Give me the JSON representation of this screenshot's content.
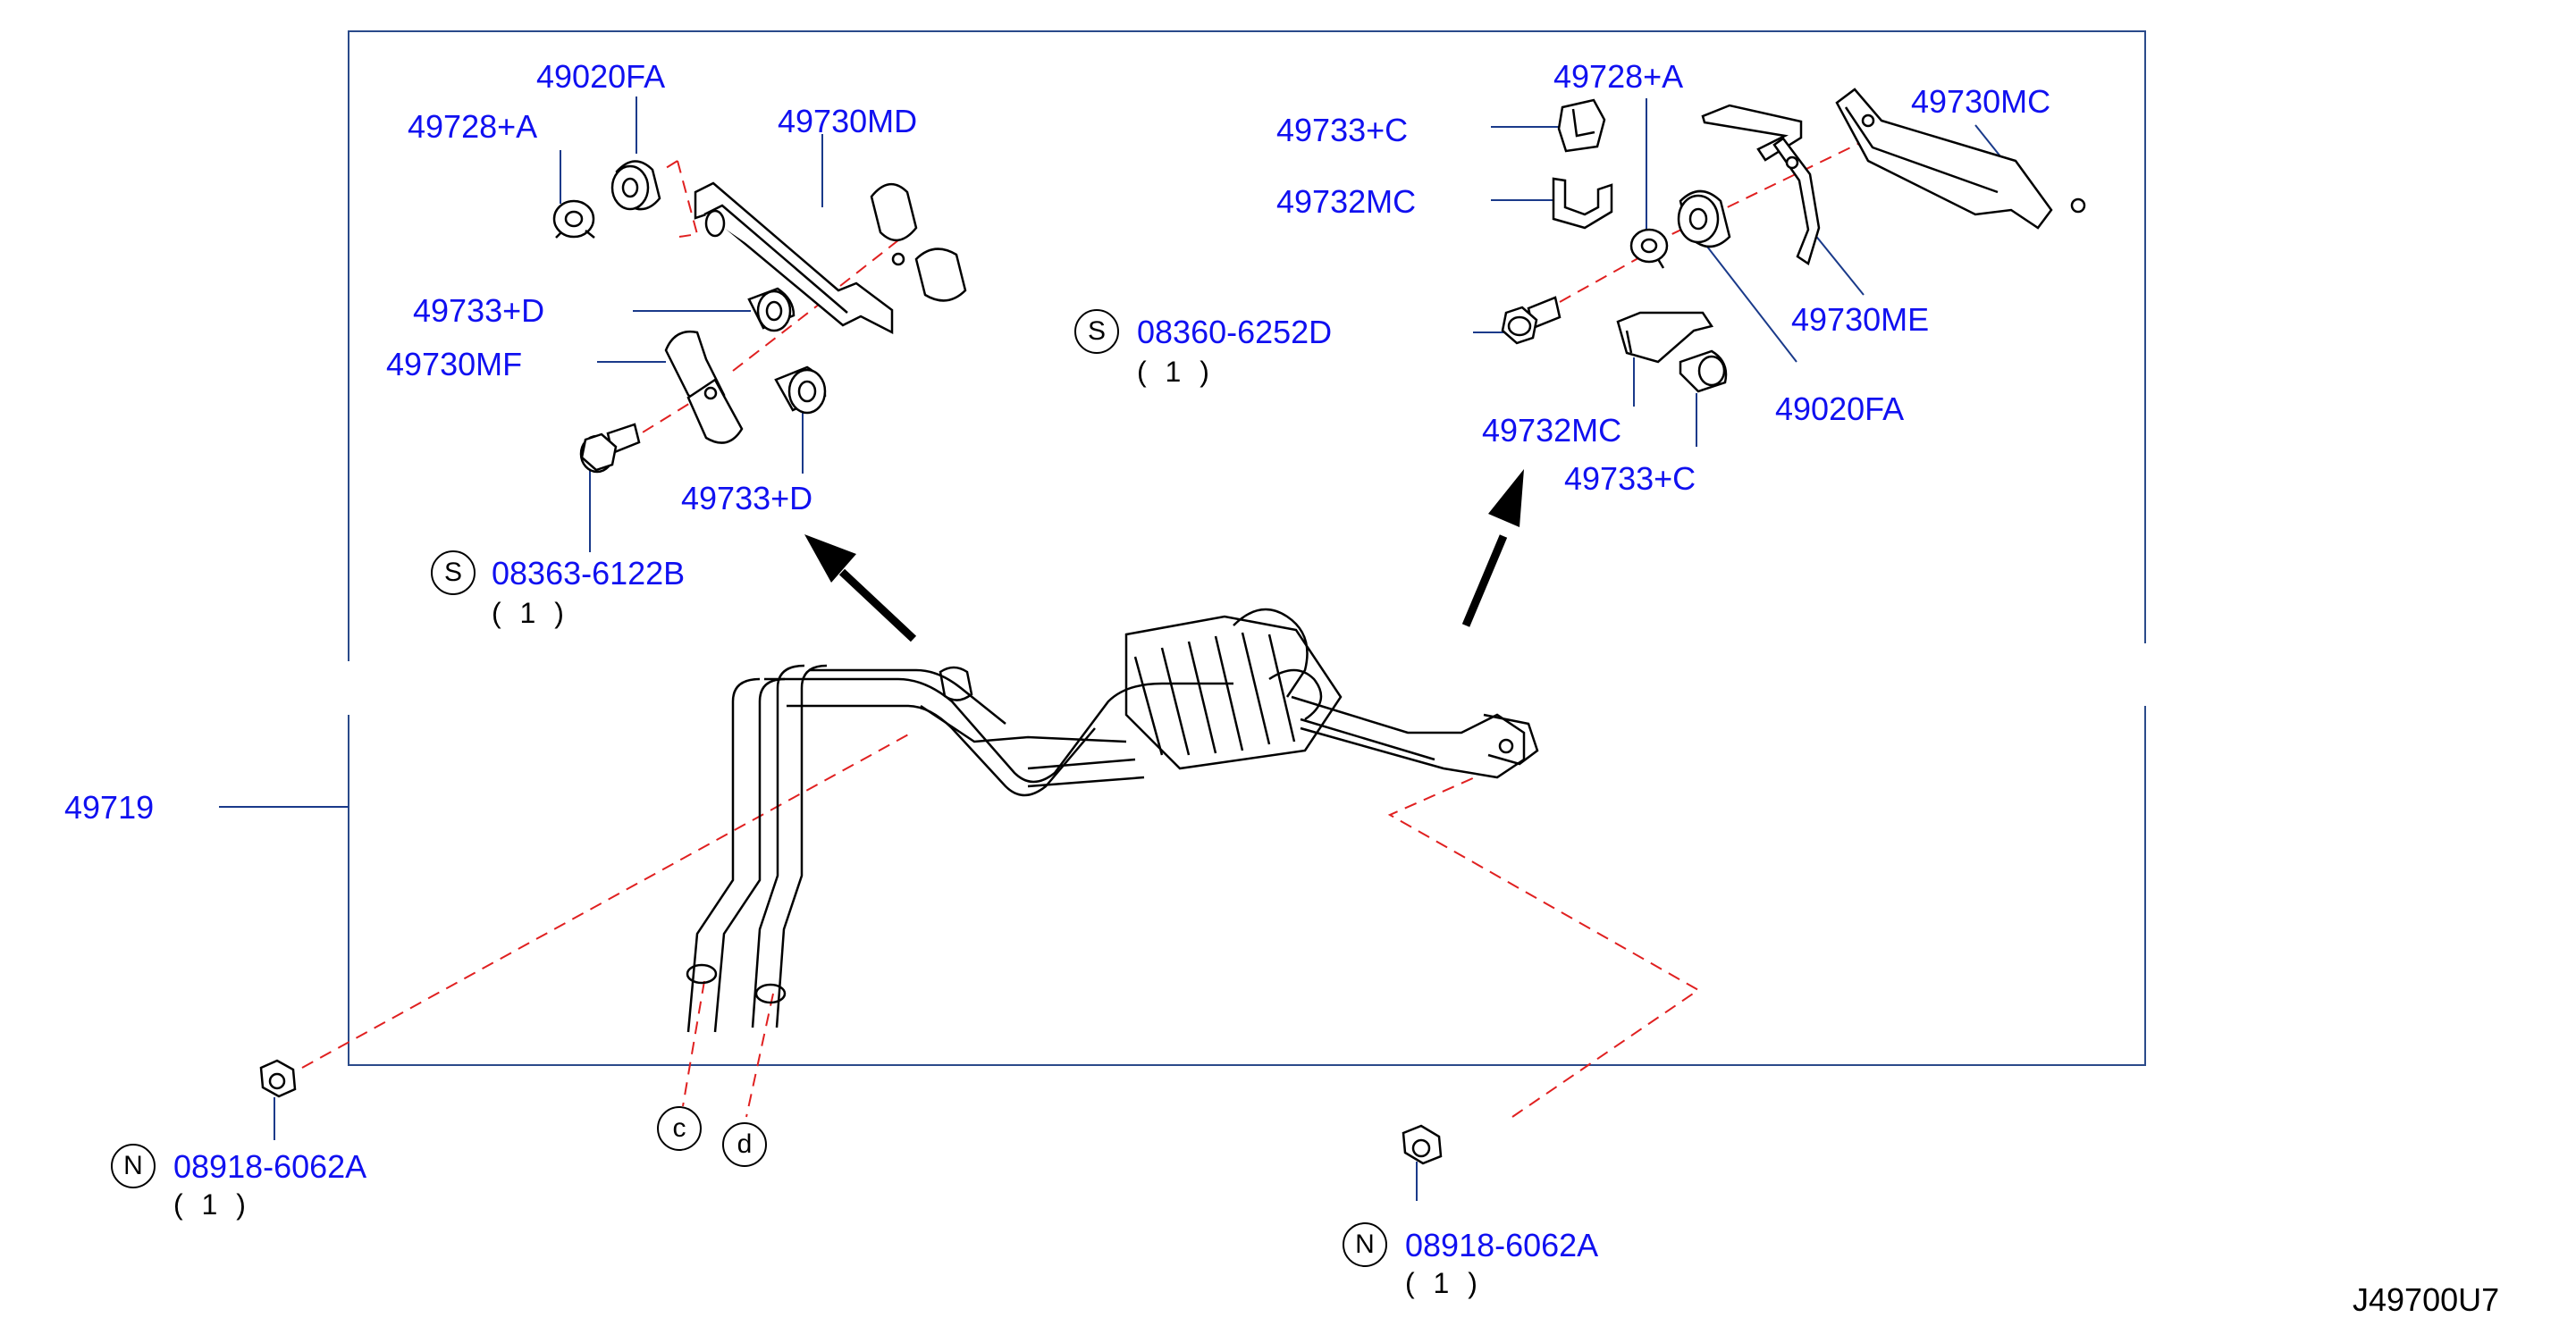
{
  "parts": {
    "p1": "49020FA",
    "p2": "49728+A",
    "p3": "49730MD",
    "p4": "49733+D",
    "p5": "49730MF",
    "p6": "49733+D",
    "p7": "08363-6122B",
    "p8": "49728+A",
    "p9": "49733+C",
    "p10": "49732MC",
    "p11": "49730MC",
    "p12": "49730ME",
    "p13": "08360-6252D",
    "p14": "49020FA",
    "p15": "49732MC",
    "p16": "49733+C",
    "p17": "49719",
    "p18": "08918-6062A",
    "p19": "08918-6062A"
  },
  "quantities": {
    "q7": "( 1 )",
    "q13": "( 1 )",
    "q18": "( 1 )",
    "q19": "( 1 )"
  },
  "symbols": {
    "s": "S",
    "n": "N",
    "c": "c",
    "d": "d"
  },
  "diagram_code": "J49700U7",
  "colors": {
    "label": "#1010f0",
    "leader": "#1a3a8a",
    "dash": "#e02020",
    "line": "#000000"
  }
}
